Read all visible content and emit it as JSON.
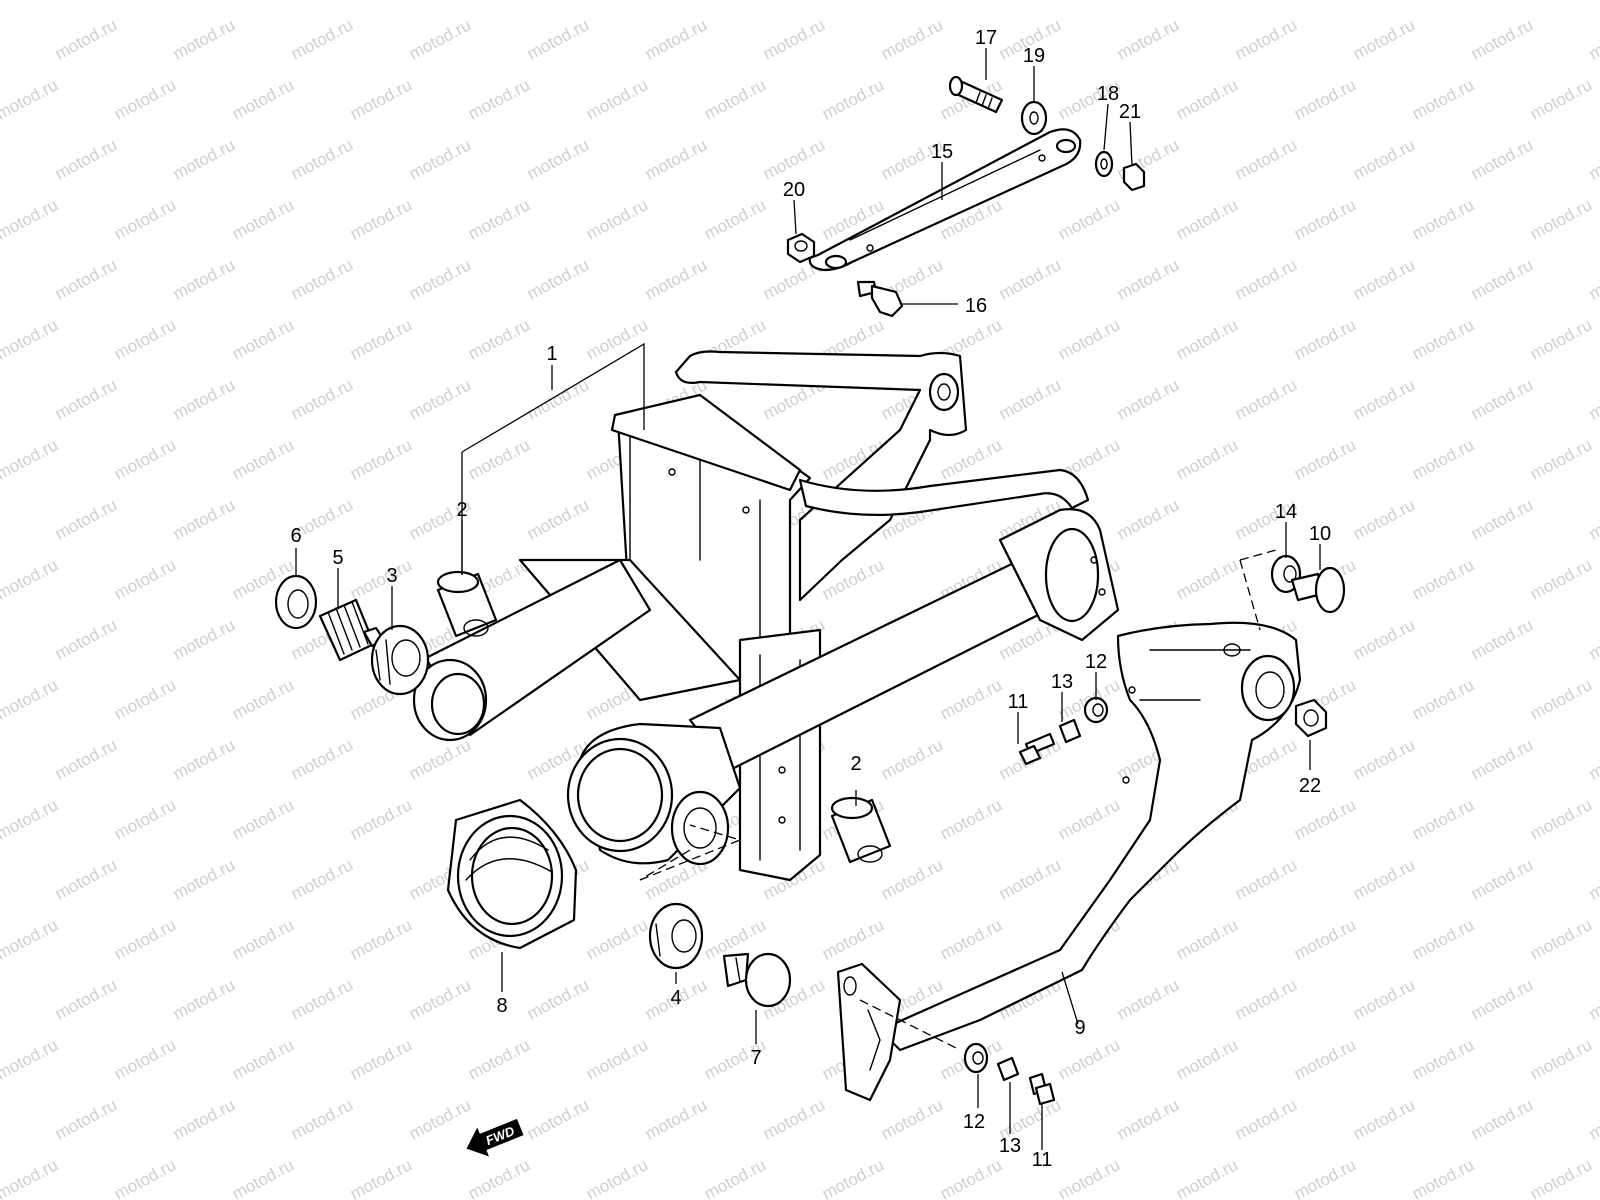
{
  "watermark": "motod.ru",
  "direction_badge": "FWD",
  "callouts": [
    {
      "id": "c1",
      "label": "1"
    },
    {
      "id": "c2a",
      "label": "2"
    },
    {
      "id": "c2b",
      "label": "2"
    },
    {
      "id": "c3",
      "label": "3"
    },
    {
      "id": "c4",
      "label": "4"
    },
    {
      "id": "c5",
      "label": "5"
    },
    {
      "id": "c6",
      "label": "6"
    },
    {
      "id": "c7",
      "label": "7"
    },
    {
      "id": "c8",
      "label": "8"
    },
    {
      "id": "c9",
      "label": "9"
    },
    {
      "id": "c10",
      "label": "10"
    },
    {
      "id": "c11a",
      "label": "11"
    },
    {
      "id": "c11b",
      "label": "11"
    },
    {
      "id": "c12a",
      "label": "12"
    },
    {
      "id": "c12b",
      "label": "12"
    },
    {
      "id": "c13a",
      "label": "13"
    },
    {
      "id": "c13b",
      "label": "13"
    },
    {
      "id": "c14",
      "label": "14"
    },
    {
      "id": "c15",
      "label": "15"
    },
    {
      "id": "c16",
      "label": "16"
    },
    {
      "id": "c17",
      "label": "17"
    },
    {
      "id": "c18",
      "label": "18"
    },
    {
      "id": "c19",
      "label": "19"
    },
    {
      "id": "c20",
      "label": "20"
    },
    {
      "id": "c21",
      "label": "21"
    },
    {
      "id": "c22",
      "label": "22"
    }
  ]
}
